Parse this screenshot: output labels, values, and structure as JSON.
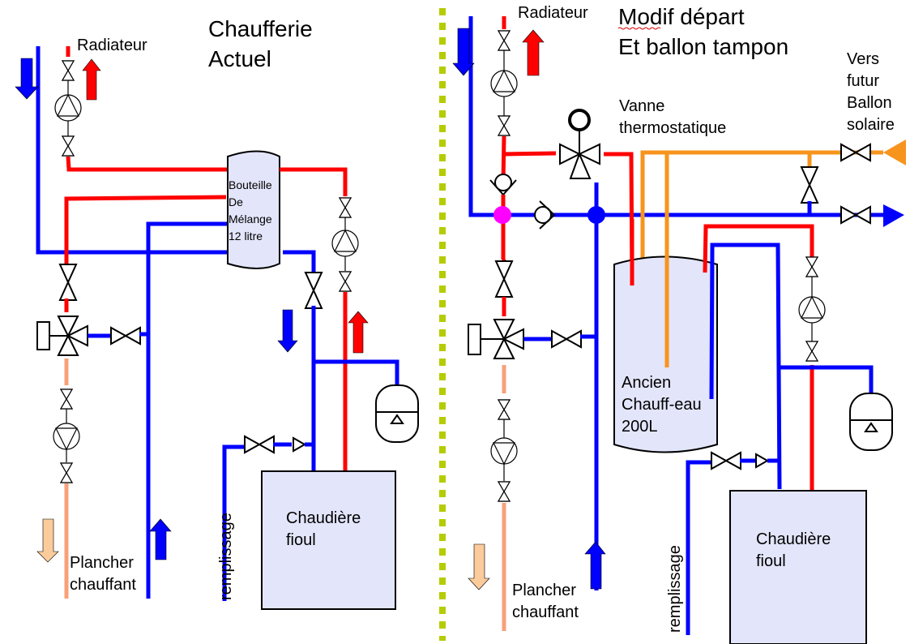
{
  "colors": {
    "hot": "#ff0000",
    "cold": "#0000ff",
    "floor_heating": "#f8a07a",
    "solar": "#f7941d",
    "tank_fill": "#e3e5fa",
    "divider": "#b5cc00",
    "junction_mixing": "#ff00ff",
    "junction_cold": "#0000ff",
    "floor_arrow": "#fccb9b"
  },
  "left": {
    "title_line1": "Chaufferie",
    "title_line2": "Actuel",
    "radiator_label": "Radiateur",
    "mixing_bottle_lines": [
      "Bouteille",
      "De",
      "Mélange",
      "12 litre"
    ],
    "boiler_lines": [
      "Chaudière",
      "fioul"
    ],
    "fill_label": "remplissage",
    "floor_lines": [
      "Plancher",
      "chauffant"
    ]
  },
  "right": {
    "title_line1": "Modif départ",
    "title_line2": "Et ballon tampon",
    "radiator_label": "Radiateur",
    "thermo_valve_lines": [
      "Vanne",
      "thermostatique"
    ],
    "solar_lines": [
      "Vers",
      "futur",
      "Ballon",
      "solaire"
    ],
    "tank_lines": [
      "Ancien",
      "Chauff-eau",
      "200L"
    ],
    "boiler_lines": [
      "Chaudière",
      "fioul"
    ],
    "fill_label": "remplissage",
    "floor_lines": [
      "Plancher",
      "chauffant"
    ]
  }
}
